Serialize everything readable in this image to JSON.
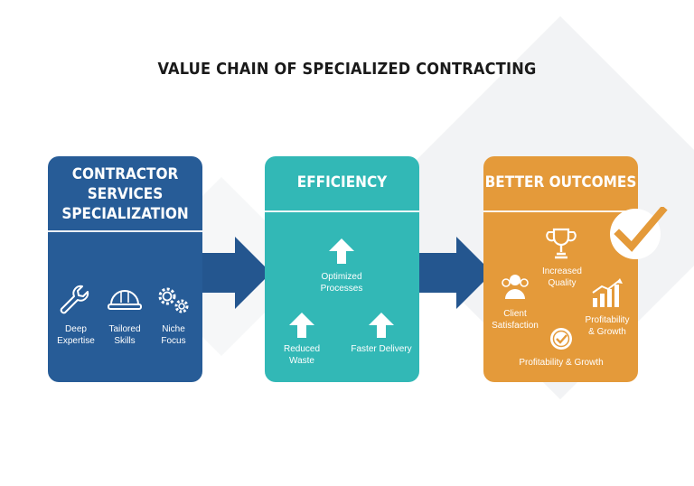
{
  "title": "VALUE CHAIN OF SPECIALIZED CONTRACTING",
  "colors": {
    "blue": "#275c97",
    "teal": "#32b8b6",
    "orange": "#e49a3a",
    "arrow_blue": "#24568f"
  },
  "stages": [
    {
      "heading": [
        "CONTRACTOR",
        "SERVICES",
        "SPECIALIZATION"
      ],
      "items": [
        {
          "icon": "wrench-icon",
          "label": [
            "Deep",
            "Expertise"
          ]
        },
        {
          "icon": "hard-hat-icon",
          "label": [
            "Tailored",
            "Skills"
          ]
        },
        {
          "icon": "gears-icon",
          "label": [
            "Niche",
            "Focus"
          ]
        }
      ]
    },
    {
      "heading": [
        "EFFICIENCY"
      ],
      "items": [
        {
          "icon": "up-arrow-icon",
          "label": [
            "Optimized",
            "Processes"
          ]
        },
        {
          "icon": "up-arrow-icon",
          "label": [
            "Reduced",
            "Waste"
          ]
        },
        {
          "icon": "up-arrow-icon",
          "label": [
            "Faster Delivery"
          ]
        }
      ]
    },
    {
      "heading": [
        "BETTER OUTCOMES"
      ],
      "items": [
        {
          "icon": "trophy-icon",
          "label": [
            "Increased",
            "Quality"
          ]
        },
        {
          "icon": "people-icon",
          "label": [
            "Client",
            "Satisfaction"
          ]
        },
        {
          "icon": "growth-chart-icon",
          "label": [
            "Profitability",
            "& Growth"
          ]
        },
        {
          "icon": "badge-check-icon",
          "label": [
            "Profitability & Growth"
          ]
        }
      ],
      "badge": "checkmark-icon"
    }
  ]
}
